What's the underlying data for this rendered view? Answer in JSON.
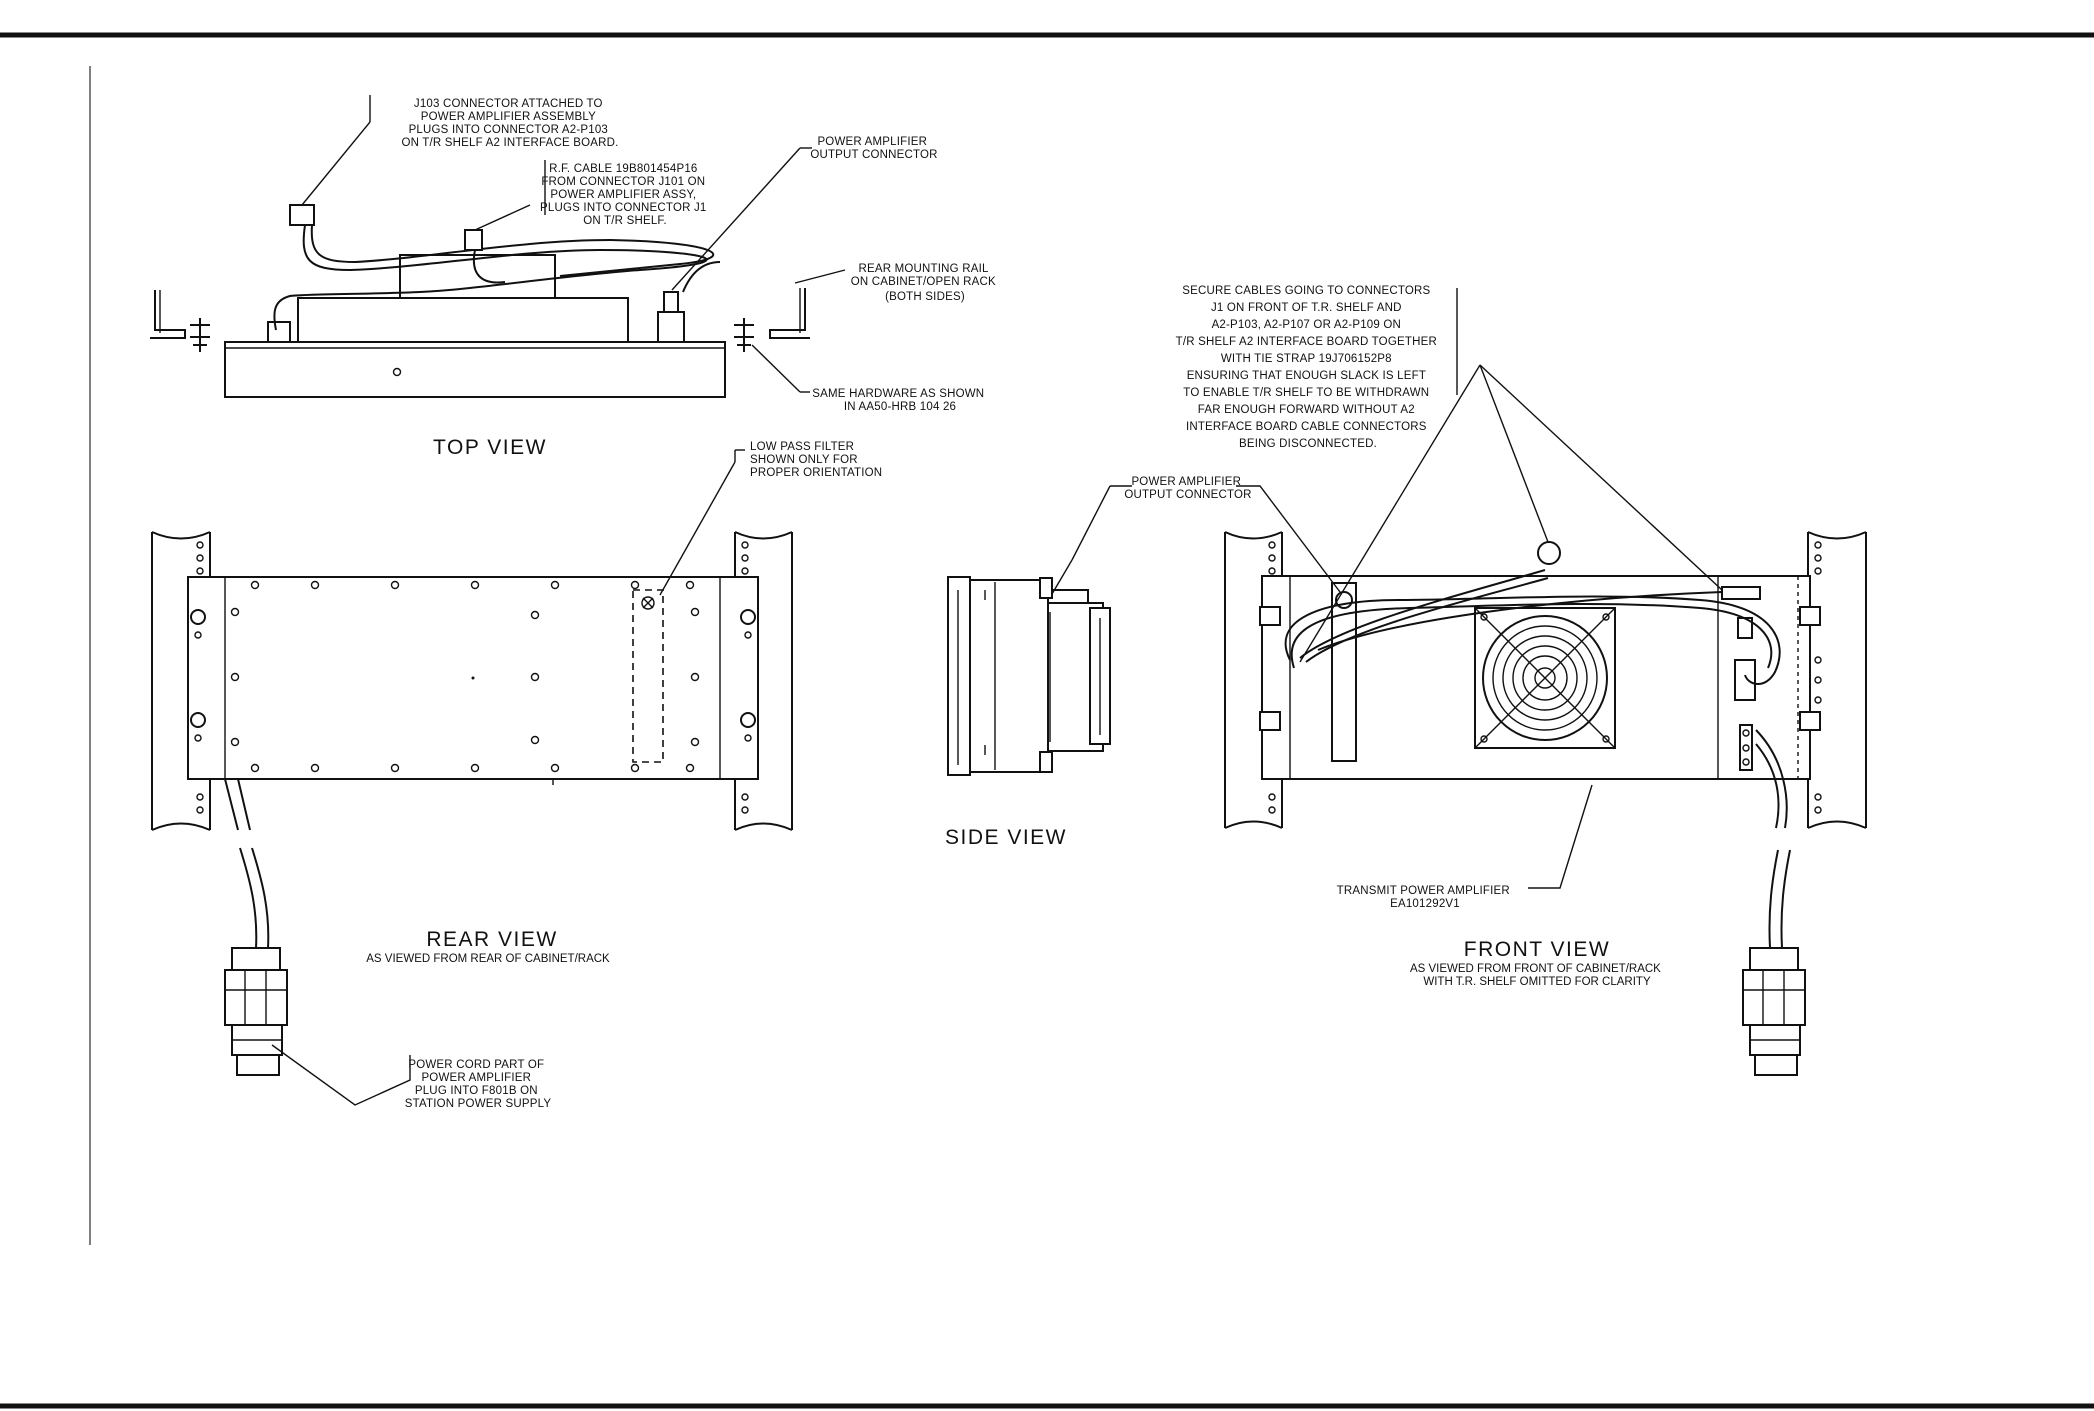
{
  "views": {
    "top": {
      "title": "TOP VIEW",
      "callouts": {
        "j103": [
          "J103 CONNECTOR ATTACHED TO",
          "POWER AMPLIFIER ASSEMBLY",
          "PLUGS INTO CONNECTOR A2-P103",
          "ON T/R SHELF A2 INTERFACE BOARD."
        ],
        "rf_cable": [
          "R.F. CABLE 19B801454P16",
          "FROM CONNECTOR J101 ON",
          "POWER AMPLIFIER ASSY,",
          "PLUGS INTO CONNECTOR J1",
          "ON T/R SHELF."
        ],
        "pa_output": [
          "POWER AMPLIFIER",
          "OUTPUT CONNECTOR"
        ],
        "rear_rail": [
          "REAR MOUNTING RAIL",
          "ON CABINET/OPEN RACK",
          "(BOTH SIDES)"
        ],
        "hardware": [
          "SAME HARDWARE AS SHOWN",
          "IN AA50-HRB 104 26"
        ]
      }
    },
    "rear": {
      "title": "REAR VIEW",
      "subtitle": "AS VIEWED FROM REAR OF CABINET/RACK",
      "callouts": {
        "low_pass": [
          "LOW PASS FILTER",
          "SHOWN ONLY FOR",
          "PROPER ORIENTATION"
        ],
        "power_cord": [
          "POWER CORD PART OF",
          "POWER AMPLIFIER",
          "PLUG INTO F801B ON",
          "STATION POWER SUPPLY"
        ]
      }
    },
    "side": {
      "title": "SIDE VIEW"
    },
    "front": {
      "title": "FRONT VIEW",
      "subtitle": [
        "AS VIEWED FROM FRONT OF CABINET/RACK",
        "WITH T.R. SHELF OMITTED FOR CLARITY"
      ],
      "callouts": {
        "secure": [
          "SECURE CABLES GOING TO CONNECTORS",
          "J1 ON FRONT OF T.R. SHELF AND",
          "A2-P103, A2-P107 OR A2-P109 ON",
          "T/R SHELF A2 INTERFACE BOARD TOGETHER",
          "WITH TIE STRAP 19J706152P8",
          "ENSURING THAT ENOUGH SLACK IS LEFT",
          "TO ENABLE T/R SHELF TO BE WITHDRAWN",
          "FAR ENOUGH FORWARD WITHOUT A2",
          "INTERFACE BOARD CABLE CONNECTORS",
          "BEING DISCONNECTED."
        ],
        "pa_output": [
          "POWER AMPLIFIER",
          "OUTPUT CONNECTOR"
        ],
        "transmit": [
          "TRANSMIT POWER AMPLIFIER",
          "EA101292V1"
        ]
      }
    }
  }
}
